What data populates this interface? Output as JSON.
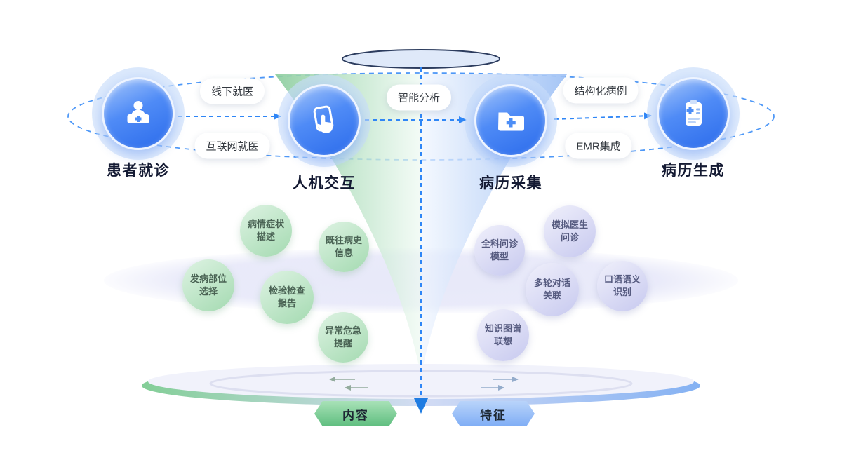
{
  "diagram": {
    "stage_nodes": [
      {
        "label": "患者就诊",
        "icon": "reception-desk-icon"
      },
      {
        "label": "人机交互",
        "icon": "touch-screen-icon"
      },
      {
        "label": "病历采集",
        "icon": "medical-folder-icon"
      },
      {
        "label": "病历生成",
        "icon": "medical-report-icon"
      }
    ],
    "flow_pills": [
      {
        "label": "线下就医"
      },
      {
        "label": "互联网就医"
      },
      {
        "label": "智能分析"
      },
      {
        "label": "结构化病例"
      },
      {
        "label": "EMR集成"
      }
    ],
    "content_bubbles": [
      {
        "label": "病情症状描述"
      },
      {
        "label": "既往病史信息"
      },
      {
        "label": "发病部位选择"
      },
      {
        "label": "检验检查报告"
      },
      {
        "label": "异常危急提醒"
      }
    ],
    "feature_bubbles": [
      {
        "label": "全科问诊模型"
      },
      {
        "label": "模拟医生问诊"
      },
      {
        "label": "多轮对话关联"
      },
      {
        "label": "口语语义识别"
      },
      {
        "label": "知识图谱联想"
      }
    ],
    "bottom_tags": [
      {
        "label": "内容"
      },
      {
        "label": "特征"
      }
    ],
    "colors": {
      "accent_blue": "#2f7bf0",
      "funnel_green": "#8ccd9e",
      "funnel_blue": "#9dc0f5",
      "bubble_green": "#a4dab1",
      "bubble_lavender": "#c7c9ef",
      "disc_green": "#83ce97",
      "disc_blue": "#84b1f3"
    }
  }
}
